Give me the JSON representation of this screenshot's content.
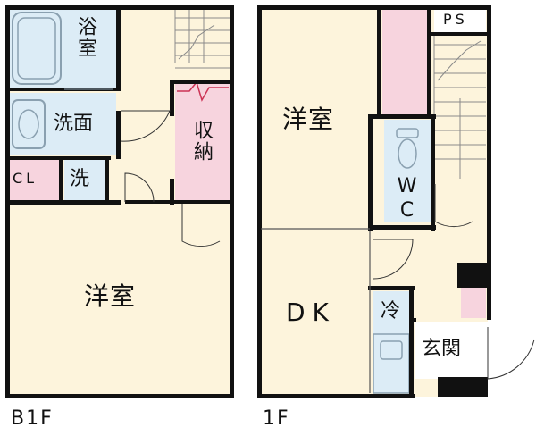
{
  "floors": {
    "b1": {
      "label": "B1F",
      "rooms": {
        "bath": "浴室",
        "washroom": "洗面",
        "closet": "CL",
        "washer": "洗",
        "storage": "収納",
        "western_room": "洋室"
      }
    },
    "f1": {
      "label": "1F",
      "rooms": {
        "pipe_space": "PS",
        "western_room": "洋室",
        "toilet": "WC",
        "dining_kitchen": "DK",
        "fridge": "冷",
        "entrance": "玄関"
      }
    }
  },
  "colors": {
    "room_fill": "#fdf4dc",
    "storage_fill": "#f7d4de",
    "wet_fill": "#dcecf6",
    "wall": "#111111",
    "fixture_stroke": "#8aa0b0"
  }
}
